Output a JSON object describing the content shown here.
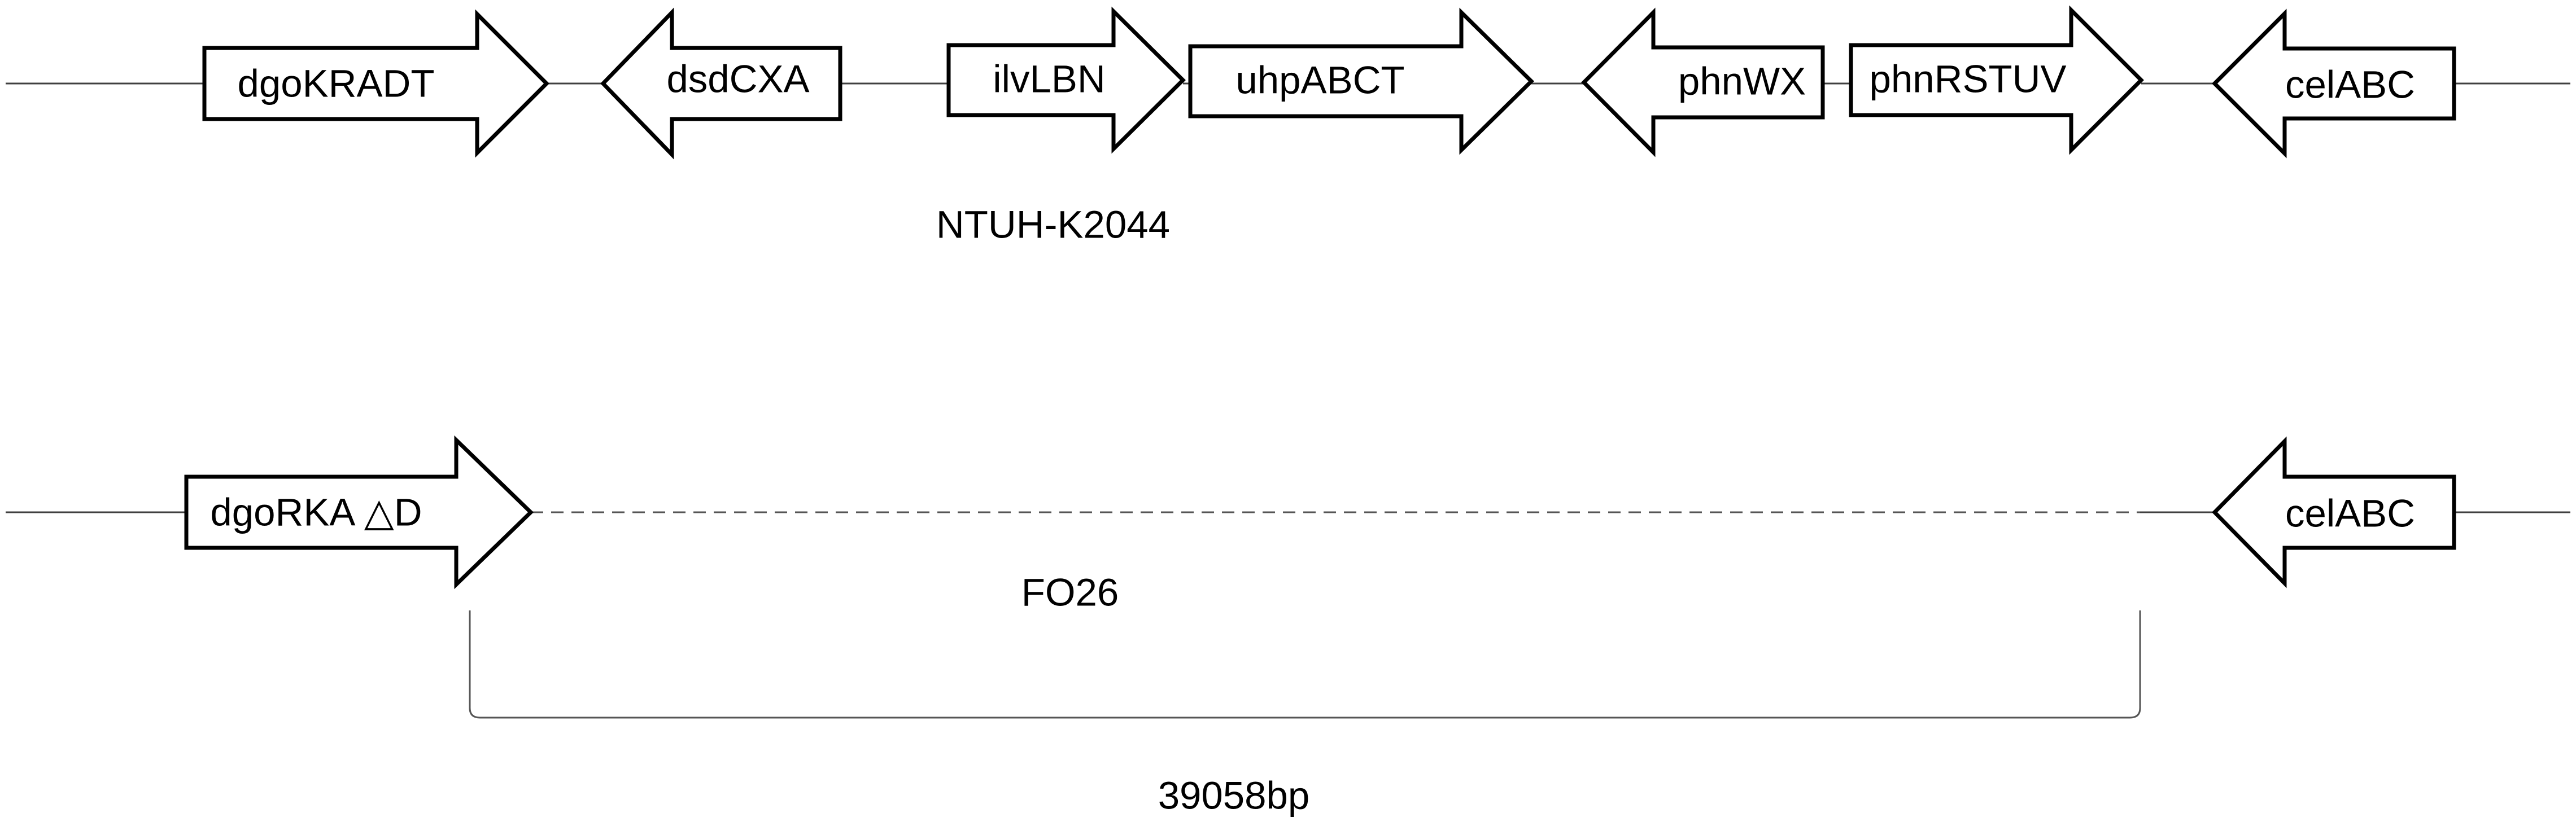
{
  "tracks": [
    {
      "strain": "NTUH-K2044",
      "genes": [
        {
          "name": "dgoKRADT",
          "direction": "right"
        },
        {
          "name": "dsdCXA",
          "direction": "left"
        },
        {
          "name": "ilvLBN",
          "direction": "right"
        },
        {
          "name": "uhpABCT",
          "direction": "right"
        },
        {
          "name": "phnWX",
          "direction": "left"
        },
        {
          "name": "phnRSTUV",
          "direction": "right"
        },
        {
          "name": "celABC",
          "direction": "left"
        }
      ]
    },
    {
      "strain": "FO26",
      "genes": [
        {
          "name": "dgoRKA △D",
          "direction": "right"
        },
        {
          "name": "celABC",
          "direction": "left"
        }
      ],
      "deletion": "39058bp"
    }
  ]
}
